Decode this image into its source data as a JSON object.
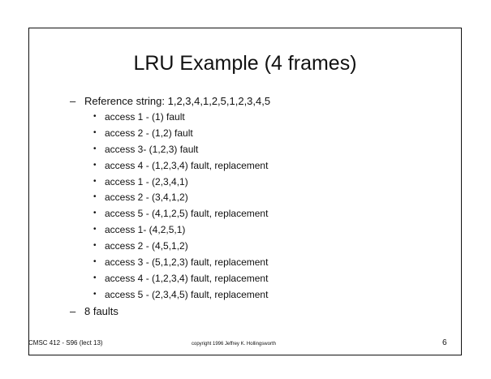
{
  "slide": {
    "title": "LRU Example (4 frames)",
    "dash_glyph": "–",
    "bullet_glyph": "•",
    "reference": "Reference string: 1,2,3,4,1,2,5,1,2,3,4,5",
    "accesses": [
      "access 1 - (1)   fault",
      "access 2 - (1,2)  fault",
      "access 3-  (1,2,3)  fault",
      "access 4 - (1,2,3,4)  fault, replacement",
      "access 1 - (2,3,4,1)",
      "access 2 - (3,4,1,2)",
      "access 5 - (4,1,2,5)  fault, replacement",
      "access 1-  (4,2,5,1)",
      "access 2 - (4,5,1,2)",
      "access 3 - (5,1,2,3)  fault, replacement",
      "access 4 - (1,2,3,4)  fault, replacement",
      "access 5 - (2,3,4,5)  fault, replacement"
    ],
    "summary": "8 faults"
  },
  "footer": {
    "course": "CMSC 412 - S96  (lect 13)",
    "copyright": "copyright 1996 Jeffrey K. Hollingsworth",
    "page_number": "6"
  }
}
